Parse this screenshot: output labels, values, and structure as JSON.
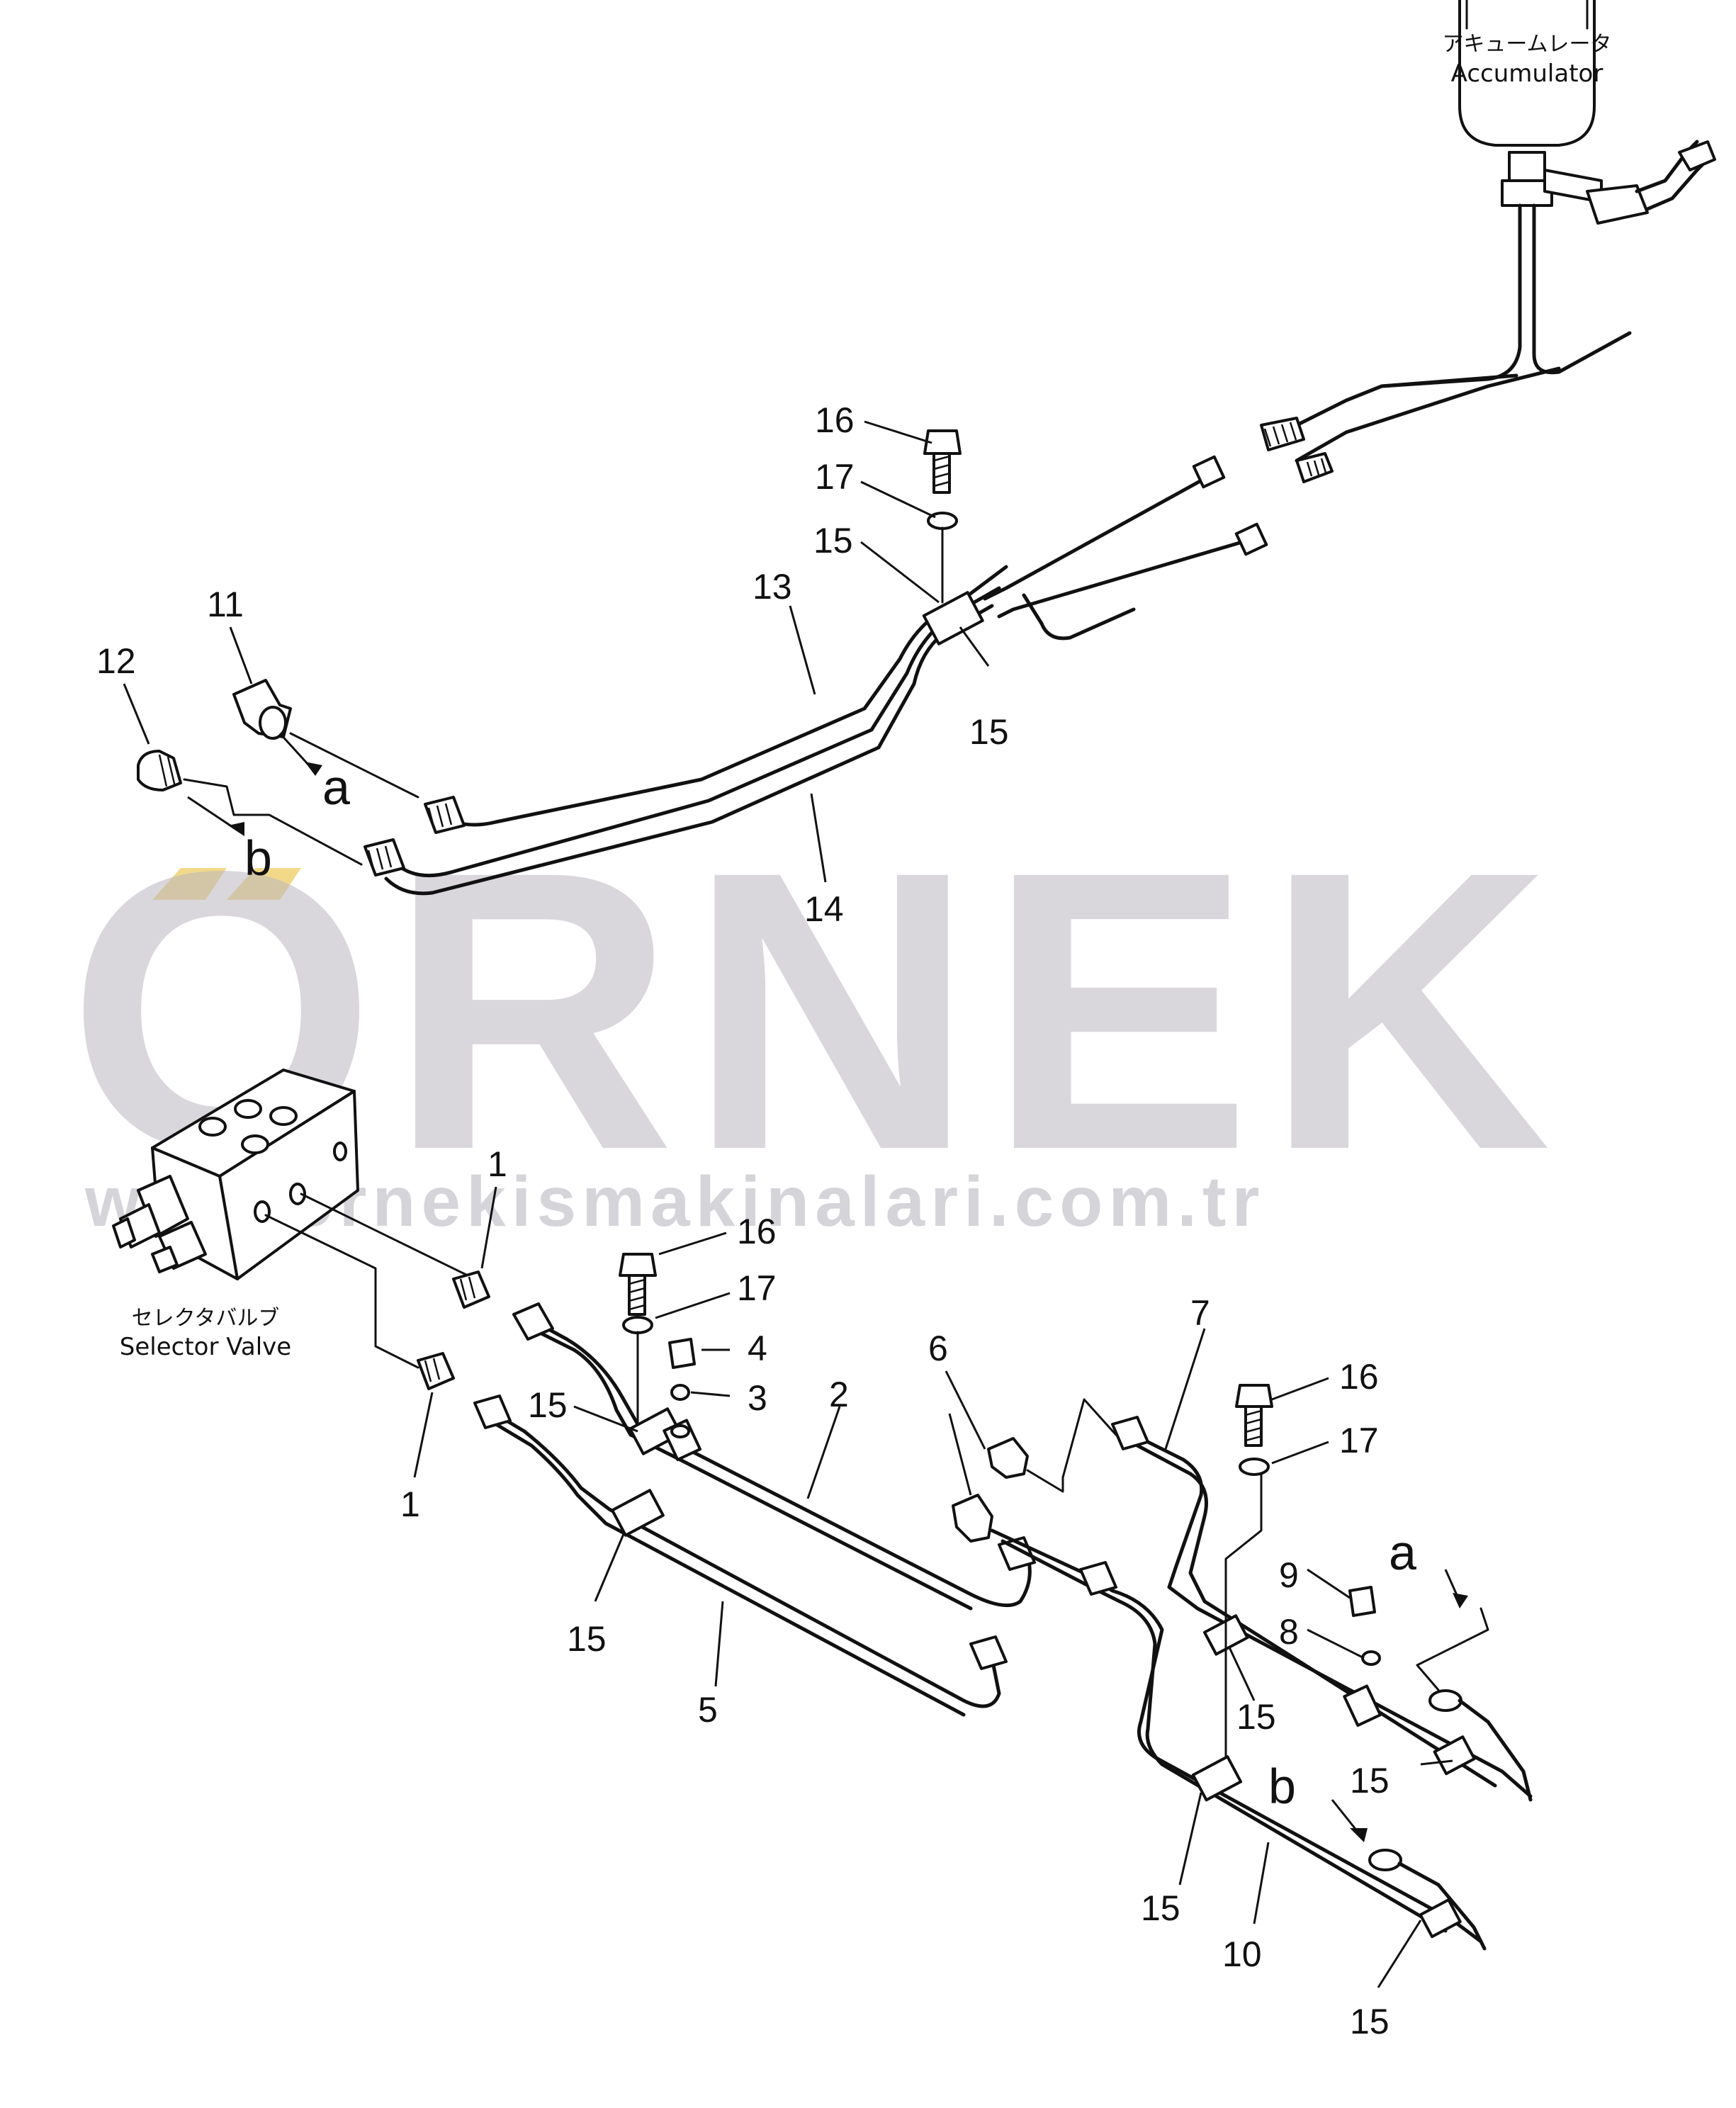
{
  "components": {
    "accumulator": {
      "label_jp": "アキュームレータ",
      "label_en": "Accumulator"
    },
    "selector_valve": {
      "label_jp": "セレクタバルブ",
      "label_en": "Selector  Valve"
    }
  },
  "callouts": [
    {
      "id": "c-16-top",
      "text": "16"
    },
    {
      "id": "c-17-top",
      "text": "17"
    },
    {
      "id": "c-15-top-a",
      "text": "15"
    },
    {
      "id": "c-15-top-b",
      "text": "15"
    },
    {
      "id": "c-13",
      "text": "13"
    },
    {
      "id": "c-14",
      "text": "14"
    },
    {
      "id": "c-11",
      "text": "11"
    },
    {
      "id": "c-12",
      "text": "12"
    },
    {
      "id": "c-1-upper",
      "text": "1"
    },
    {
      "id": "c-1-lower",
      "text": "1"
    },
    {
      "id": "c-16-mid",
      "text": "16"
    },
    {
      "id": "c-17-mid",
      "text": "17"
    },
    {
      "id": "c-4",
      "text": "4"
    },
    {
      "id": "c-3",
      "text": "3"
    },
    {
      "id": "c-2",
      "text": "2"
    },
    {
      "id": "c-15-mid-a",
      "text": "15"
    },
    {
      "id": "c-15-mid-b",
      "text": "15"
    },
    {
      "id": "c-5",
      "text": "5"
    },
    {
      "id": "c-6",
      "text": "6"
    },
    {
      "id": "c-7",
      "text": "7"
    },
    {
      "id": "c-16-right",
      "text": "16"
    },
    {
      "id": "c-17-right",
      "text": "17"
    },
    {
      "id": "c-9",
      "text": "9"
    },
    {
      "id": "c-8",
      "text": "8"
    },
    {
      "id": "c-15-right-a",
      "text": "15"
    },
    {
      "id": "c-15-right-b",
      "text": "15"
    },
    {
      "id": "c-15-right-c",
      "text": "15"
    },
    {
      "id": "c-10",
      "text": "10"
    },
    {
      "id": "c-15-right-d",
      "text": "15"
    }
  ],
  "connection_marks": [
    {
      "id": "a-upper",
      "text": "a"
    },
    {
      "id": "b-upper",
      "text": "b"
    },
    {
      "id": "a-lower",
      "text": "a"
    },
    {
      "id": "b-lower",
      "text": "b"
    }
  ],
  "watermark": {
    "brand": "ORNEK",
    "url": "www.ornekismakinalari.com.tr",
    "accent_color": "#f2d98a",
    "text_color": "#b9b7bf"
  }
}
